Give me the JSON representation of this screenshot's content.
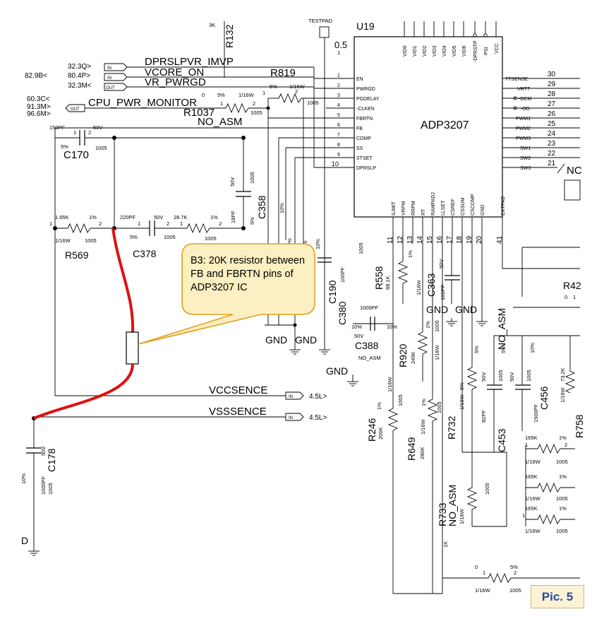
{
  "colors": {
    "callout_fill": "#fcefc1",
    "callout_border": "#e0a020",
    "highlight_wire": "#e01010",
    "pic_label_text": "#2a4aa0",
    "pic_label_bg": "#fcf3d4"
  },
  "callout": {
    "text": "B3: 20K resistor between FB and FBRTN pins of ADP3207 IC"
  },
  "pic_label": "Pic. 5",
  "ic": {
    "ref": "U19",
    "part": "ADP3207",
    "top_pins": [
      "VID0",
      "VID1",
      "VID2",
      "VID3",
      "VID4",
      "VID5",
      "VID6",
      "-DPRSTP",
      "-PSI",
      "VCC"
    ],
    "left_pins": [
      {
        "num": "1",
        "name": "EN"
      },
      {
        "num": "2",
        "name": "PWRGD"
      },
      {
        "num": "3",
        "name": "PGDELAY"
      },
      {
        "num": "4",
        "name": "-CLKEN"
      },
      {
        "num": "5",
        "name": "FBRTN"
      },
      {
        "num": "6",
        "name": "FB"
      },
      {
        "num": "7",
        "name": "COMP"
      },
      {
        "num": "8",
        "name": "SS"
      },
      {
        "num": "9",
        "name": "STSET"
      },
      {
        "num": "10",
        "name": "DPRSLP"
      }
    ],
    "right_pins": [
      {
        "num": "30",
        "name": "TTSENSE"
      },
      {
        "num": "29",
        "name": "VRTT"
      },
      {
        "num": "28",
        "name": "-DCM"
      },
      {
        "num": "27",
        "name": "-OD"
      },
      {
        "num": "26",
        "name": "PWM1"
      },
      {
        "num": "25",
        "name": "PWM2"
      },
      {
        "num": "24",
        "name": "PWM3"
      },
      {
        "num": "23",
        "name": "SW1"
      },
      {
        "num": "22",
        "name": "SW2"
      },
      {
        "num": "21",
        "name": "SW3"
      }
    ],
    "bottom_pins": [
      {
        "num": "11",
        "name": "ILIMIT"
      },
      {
        "num": "12",
        "name": "VRPM"
      },
      {
        "num": "13",
        "name": "RRPM"
      },
      {
        "num": "14",
        "name": "RT"
      },
      {
        "num": "15",
        "name": "RAMPADJ"
      },
      {
        "num": "16",
        "name": "LLSET"
      },
      {
        "num": "17",
        "name": "CSREF"
      },
      {
        "num": "18",
        "name": "CSSUM"
      },
      {
        "num": "19",
        "name": "CSCOMP"
      },
      {
        "num": "20",
        "name": "GND"
      },
      {
        "num": "41",
        "name": "EXTPAD"
      }
    ]
  },
  "nets": {
    "dprslpvr": "DPRSLPVR_IMVP",
    "vcore_on": "VCORE_ON",
    "vr_pwrgd": "VR_PWRGD",
    "cpu_pwr_monitor": "CPU_PWR_MONITOR",
    "no_asm": "NO_ASM",
    "vccsence": "VCCSENCE",
    "vsssence": "VSSSENCE",
    "gnd": "GND"
  },
  "offpage": {
    "left": [
      "32.3Q>",
      "80.4P>",
      "32.3M<",
      "82.9B<",
      "60.3C<",
      "91.3M>",
      "96.6M>"
    ],
    "right": [
      "4.5L>",
      "4.5L>"
    ],
    "port_in": "IN",
    "port_out": "OUT"
  },
  "parts": {
    "r569": {
      "ref": "R569",
      "val": "1.65K",
      "tol": "1%",
      "pwr": "1/16W",
      "pkg": "1005"
    },
    "c378": {
      "ref": "C378",
      "val": "220PF",
      "tol": "5%",
      "v": "50V",
      "pkg": "1005"
    },
    "r_287": {
      "val": "28.7K",
      "tol": "1%",
      "pkg": "1005"
    },
    "c170": {
      "ref": "C170",
      "val": "150PF",
      "tol": "5%",
      "v": "50V",
      "pkg": "1005"
    },
    "c358": {
      "ref": "C358",
      "val": "18PF",
      "v": "50V",
      "pkg": "1005",
      "tol": "5%"
    },
    "r819": {
      "ref": "R819",
      "tol": "5%",
      "pwr": "1/16W",
      "pkg": "1005"
    },
    "r1037": {
      "ref": "R1037",
      "tol": "5%",
      "pwr": "1/16W",
      "pkg": "1005"
    },
    "r132": {
      "ref": "R132"
    },
    "testpad": "TESTPAD",
    "pad_val": "0.5",
    "c190": {
      "ref": "C190",
      "val": "100PF",
      "pkg": "1005"
    },
    "c380": {
      "ref": "C380",
      "val": "1000PF",
      "v": "50V"
    },
    "r558": {
      "ref": "R558",
      "val": "68.1K",
      "tol": "1%",
      "pwr": "1/16W"
    },
    "c363": {
      "ref": "C363",
      "val": "100PF",
      "v": "50V"
    },
    "c388": {
      "ref": "C388",
      "note": "NO_ASM"
    },
    "r920": {
      "ref": "R920",
      "val": "249K",
      "tol": "1%",
      "pwr": "1/16W",
      "pkg": "1005"
    },
    "r246": {
      "ref": "R246",
      "val": "200K",
      "tol": "1%",
      "pwr": "1/16W",
      "pkg": "1005"
    },
    "r649": {
      "ref": "R649",
      "val": "280K",
      "tol": "1%",
      "pwr": "1/16W",
      "pkg": "1005"
    },
    "r732": {
      "ref": "R732",
      "tol": "5%",
      "pwr": "1/16W"
    },
    "c453": {
      "ref": "C453",
      "val": "82PF",
      "v": "50V",
      "pkg": "1005"
    },
    "c456": {
      "ref": "C456",
      "val": "1500PF",
      "v": "50V",
      "pkg": "1005",
      "tol": "10%"
    },
    "r733": {
      "ref": "R733",
      "note": "NO_ASM",
      "pwr": "1/16W",
      "pkg": "1005",
      "val": "1K"
    },
    "c178": {
      "ref": "C178",
      "val": "1000PF",
      "v": "50V",
      "pkg": "1005",
      "tol": "10%"
    },
    "r_73k": {
      "val": "73.2K",
      "pwr": "1/16W"
    },
    "r_165a": {
      "val": "165K",
      "tol": "1%",
      "pwr": "1/16W",
      "pkg": "1005"
    },
    "r_165b": {
      "val": "165K",
      "tol": "1%",
      "pwr": "1/16W",
      "pkg": "1005"
    },
    "r_165c": {
      "val": "165K",
      "tol": "1%",
      "pwr": "1/16W",
      "pkg": "1005"
    },
    "r_bottom": {
      "val": "0",
      "tol": "5%",
      "pwr": "1/16W",
      "pkg": "1005"
    },
    "r42": {
      "ref": "R42"
    },
    "r758": {
      "ref": "R758"
    },
    "nc": "NC",
    "small_3k": "3K"
  }
}
